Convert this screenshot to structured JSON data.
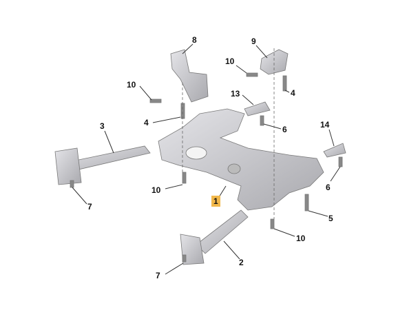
{
  "diagram": {
    "callouts": [
      "8",
      "9",
      "10",
      "10",
      "4",
      "13",
      "4",
      "3",
      "6",
      "14",
      "10",
      "6",
      "1",
      "7",
      "5",
      "10",
      "2",
      "7"
    ],
    "highlight_color": "#f2b84b",
    "part_color": "#cfcfd3"
  }
}
